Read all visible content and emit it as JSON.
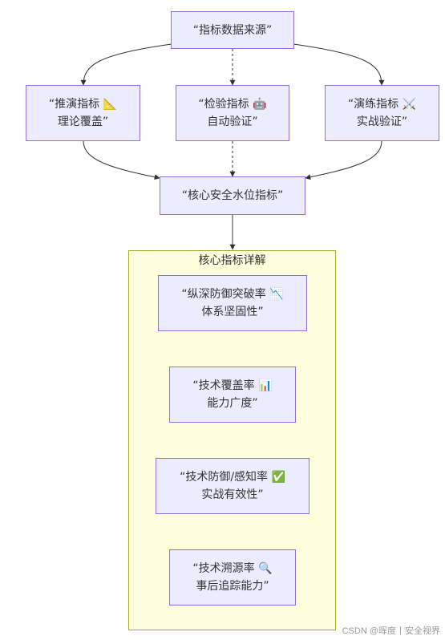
{
  "nodes": {
    "source": {
      "label": "“指标数据来源”"
    },
    "deduction": {
      "label": "“推演指标 📐\n理论覆盖”"
    },
    "inspection": {
      "label": "“检验指标 🤖\n自动验证”"
    },
    "drill": {
      "label": "“演练指标 ⚔️\n实战验证”"
    },
    "core": {
      "label": "“核心安全水位指标”"
    },
    "depth": {
      "label": "“纵深防御突破率 📉\n体系坚固性”"
    },
    "coverage": {
      "label": "“技术覆盖率 📊\n能力广度”"
    },
    "perception": {
      "label": "“技术防御/感知率 ✅\n实战有效性”"
    },
    "tracing": {
      "label": "“技术溯源率 🔍\n事后追踪能力”"
    }
  },
  "cluster": {
    "title": "核心指标详解"
  },
  "watermark": "CSDN @晖度丨安全视界",
  "colors": {
    "node_fill": "#ececff",
    "node_border": "#9370db",
    "cluster_fill": "#ffffde",
    "cluster_border": "#aaaa33",
    "edge": "#333333"
  }
}
